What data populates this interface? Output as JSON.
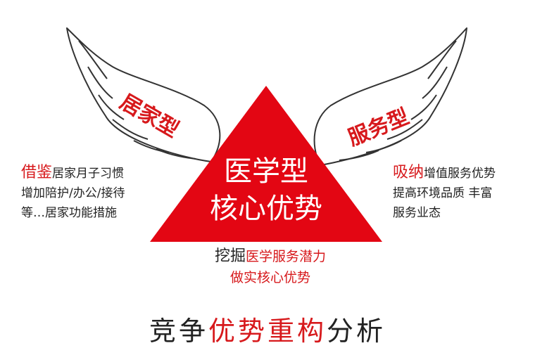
{
  "left_wing": {
    "label": "居家型"
  },
  "right_wing": {
    "label": "服务型"
  },
  "triangle": {
    "line1": "医学型",
    "line2": "核心优势"
  },
  "left_text": {
    "lead": "借鉴",
    "line1_rest": "居家月子习惯",
    "line2": "增加陪护/办公/接待",
    "line3": "等…居家功能措施"
  },
  "right_text": {
    "lead": "吸纳",
    "line1_rest": "增值服务优势",
    "line2": "提高环境品质 丰富",
    "line3": "服务业态"
  },
  "center_text": {
    "lead": "挖掘",
    "line1_rest": "医学服务潜力",
    "line2": "做实核心优势"
  },
  "footer_title": {
    "part1": "竞争",
    "part2": "优势重构",
    "part3": "分析"
  },
  "colors": {
    "accent_red": "#d7191c",
    "text_dark": "#222222",
    "wing_stroke": "#333333"
  }
}
